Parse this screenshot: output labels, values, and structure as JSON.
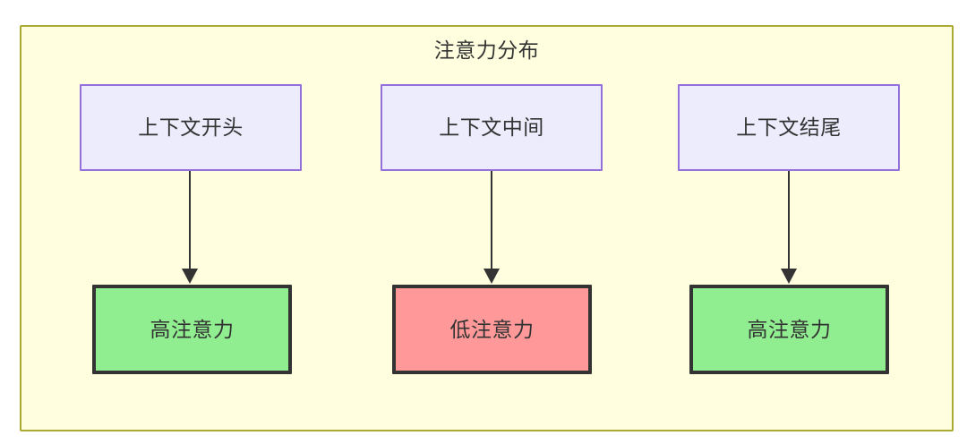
{
  "diagram": {
    "title": "注意力分布",
    "container": {
      "fill": "#ffffe0",
      "stroke": "#aaaa33"
    },
    "top_nodes": [
      {
        "id": "context-start",
        "label": "上下文开头",
        "fill": "#ececfc",
        "stroke": "#9370db"
      },
      {
        "id": "context-middle",
        "label": "上下文中间",
        "fill": "#ececfc",
        "stroke": "#9370db"
      },
      {
        "id": "context-end",
        "label": "上下文结尾",
        "fill": "#ececfc",
        "stroke": "#9370db"
      }
    ],
    "bottom_nodes": [
      {
        "id": "high-attention-start",
        "label": "高注意力",
        "fill": "#90ee90",
        "stroke": "#333333"
      },
      {
        "id": "low-attention-middle",
        "label": "低注意力",
        "fill": "#ff9999",
        "stroke": "#333333"
      },
      {
        "id": "high-attention-end",
        "label": "高注意力",
        "fill": "#90ee90",
        "stroke": "#333333"
      }
    ],
    "edges": [
      {
        "from": "context-start",
        "to": "high-attention-start",
        "label": ""
      },
      {
        "from": "context-middle",
        "to": "low-attention-middle",
        "label": ""
      },
      {
        "from": "context-end",
        "to": "high-attention-end",
        "label": ""
      }
    ]
  }
}
